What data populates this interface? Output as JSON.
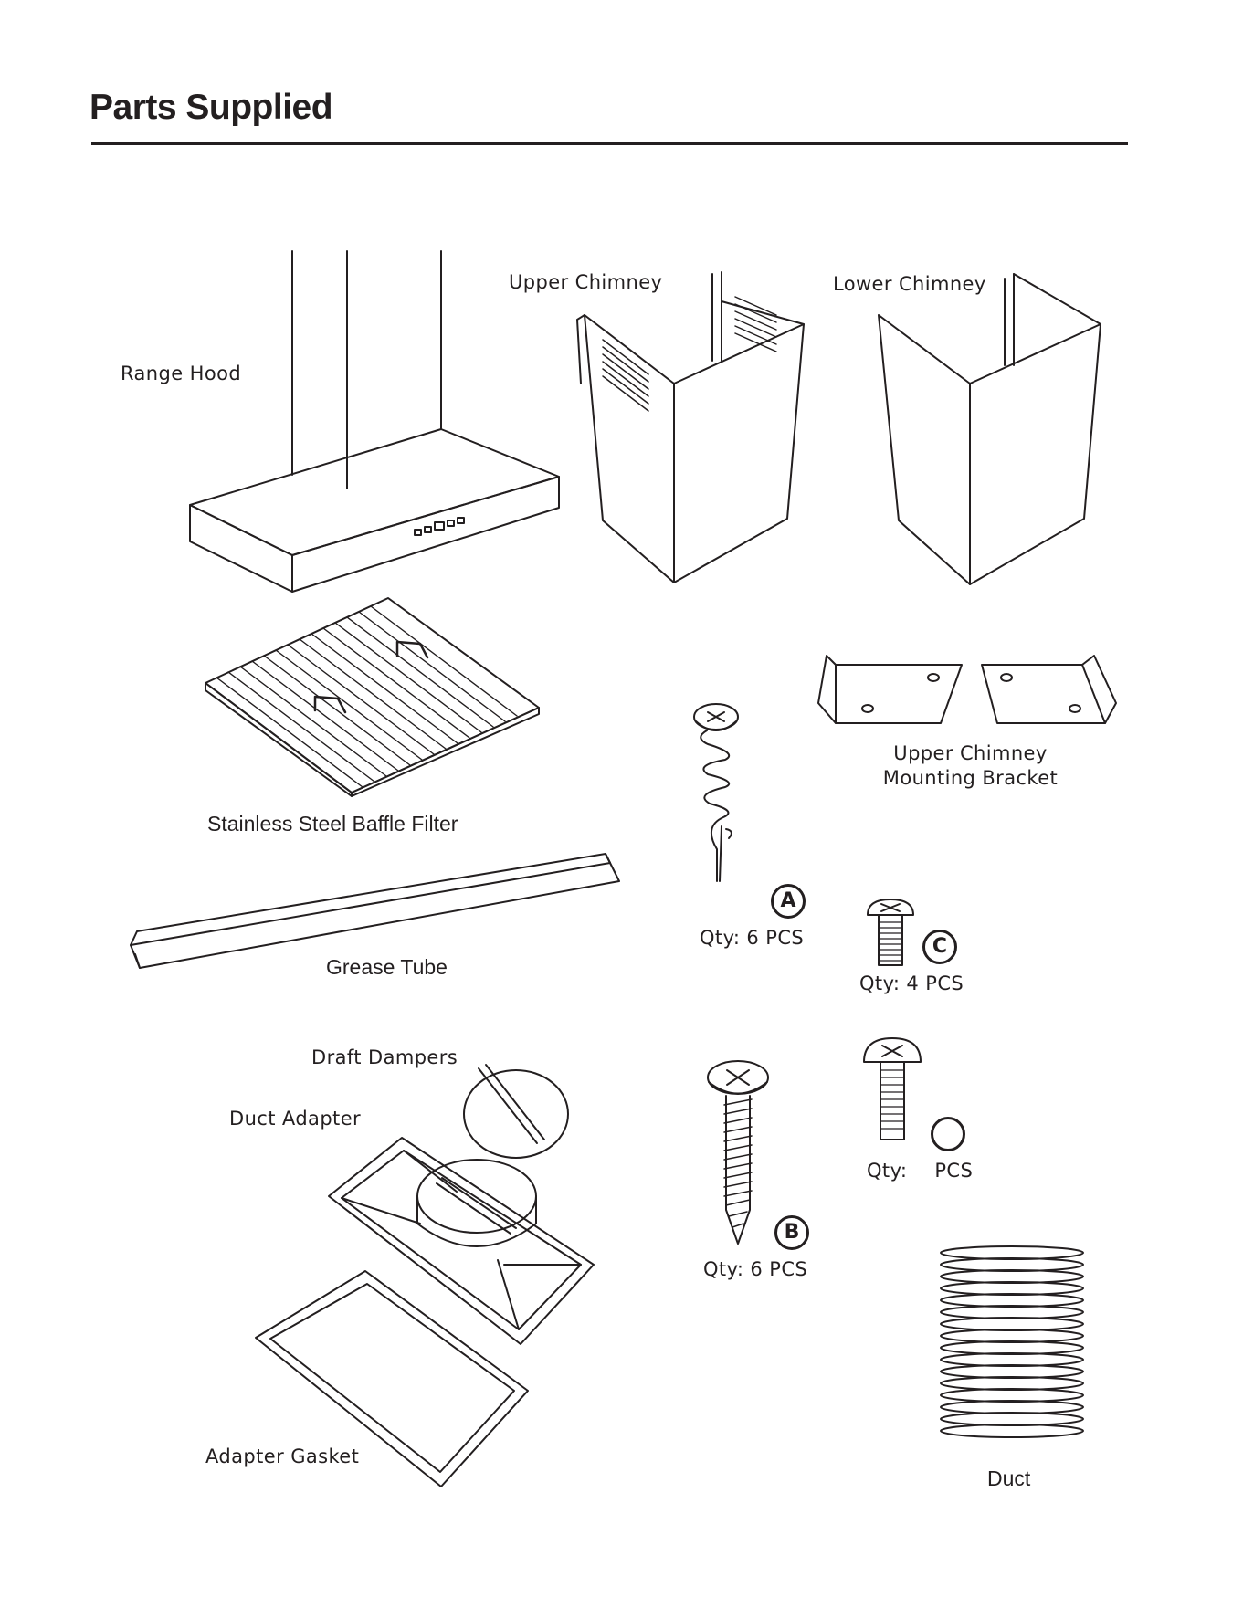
{
  "page": {
    "title": "Parts Supplied"
  },
  "parts": {
    "range_hood": "Range Hood",
    "upper_chimney": "Upper Chimney",
    "lower_chimney": "Lower Chimney",
    "baffle_filter": "Stainless Steel Baffle Filter",
    "grease_tube": "Grease Tube",
    "bracket_line1": "Upper Chimney",
    "bracket_line2": "Mounting Bracket",
    "draft_dampers": "Draft Dampers",
    "duct_adapter": "Duct Adapter",
    "adapter_gasket": "Adapter Gasket",
    "duct": "Duct"
  },
  "hardware": {
    "a": {
      "letter": "A",
      "qty": "Qty: 6 PCS"
    },
    "b": {
      "letter": "B",
      "qty": "Qty: 6 PCS"
    },
    "c": {
      "letter": "C",
      "qty": "Qty: 4 PCS"
    },
    "d": {
      "letter": "",
      "qty_label": "Qty:",
      "qty_unit": "PCS"
    }
  },
  "colors": {
    "ink": "#231f20",
    "paper": "#ffffff"
  }
}
